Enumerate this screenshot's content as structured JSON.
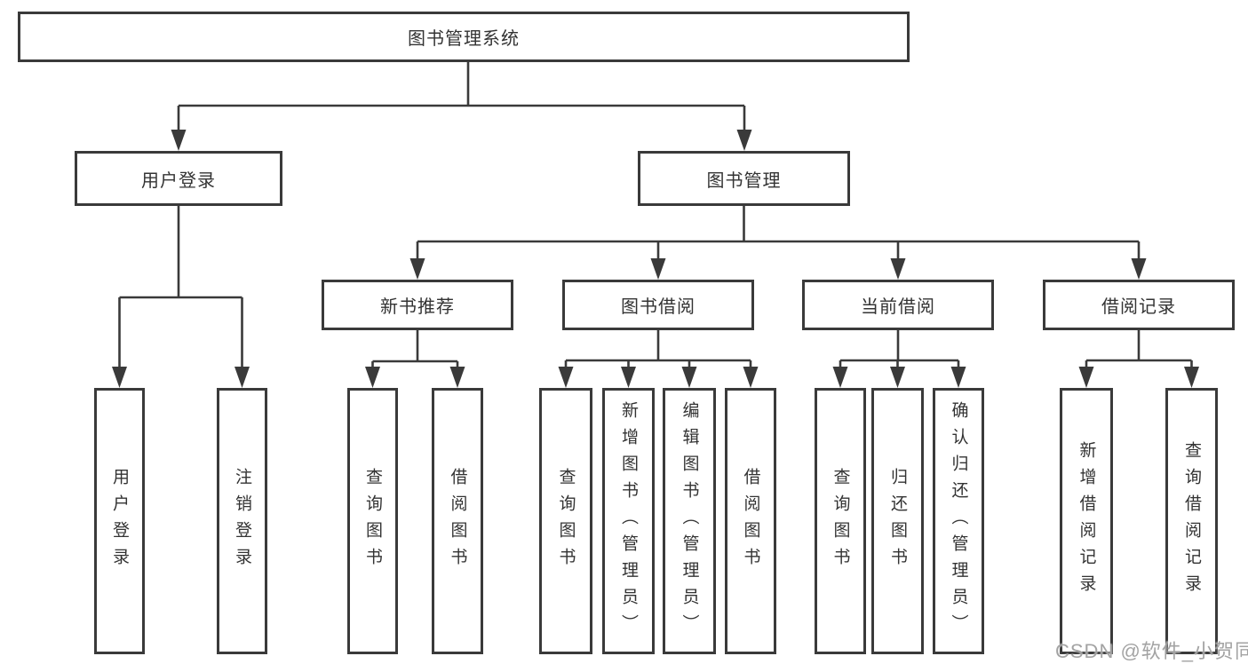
{
  "colors": {
    "line": "#3a3a3a",
    "box_border": "#3a3a3a",
    "box_background": "#ffffff",
    "text": "#333333",
    "watermark_text_color": "#9e9e9e"
  },
  "watermark": {
    "text": "CSDN @软件_小贺同学"
  },
  "tree": {
    "root": {
      "label": "图书管理系统"
    },
    "branches": [
      {
        "label": "用户登录",
        "children": [
          {
            "label": "用户登录"
          },
          {
            "label": "注销登录"
          }
        ]
      },
      {
        "label": "图书管理",
        "sections": [
          {
            "label": "新书推荐",
            "children": [
              {
                "label": "查询图书"
              },
              {
                "label": "借阅图书"
              }
            ]
          },
          {
            "label": "图书借阅",
            "children": [
              {
                "label": "查询图书"
              },
              {
                "label": "新增图书（管理员）"
              },
              {
                "label": "编辑图书（管理员）"
              },
              {
                "label": "借阅图书"
              }
            ]
          },
          {
            "label": "当前借阅",
            "children": [
              {
                "label": "查询图书"
              },
              {
                "label": "归还图书"
              },
              {
                "label": "确认归还（管理员）"
              }
            ]
          },
          {
            "label": "借阅记录",
            "children": [
              {
                "label": "新增借阅记录"
              },
              {
                "label": "查询借阅记录"
              }
            ]
          }
        ]
      }
    ]
  }
}
